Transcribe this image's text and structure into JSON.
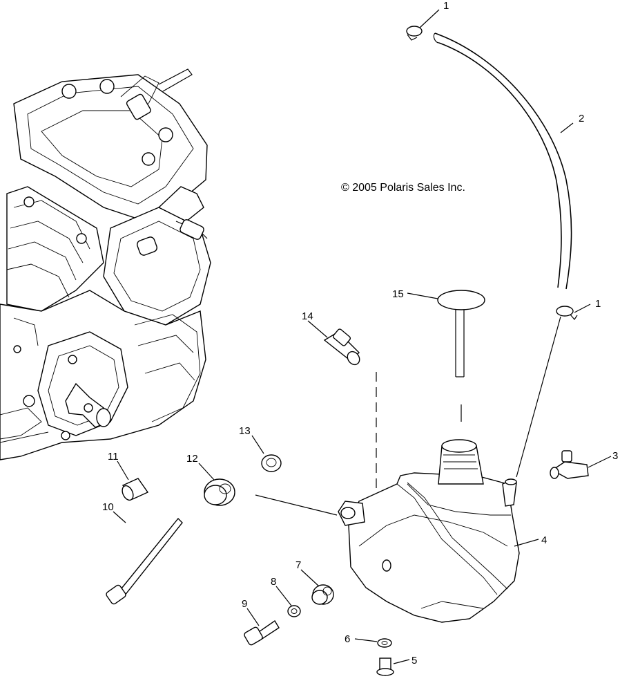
{
  "copyright": "© 2005 Polaris Sales Inc.",
  "callouts": {
    "c1a": "1",
    "c1b": "1",
    "c2": "2",
    "c3": "3",
    "c4": "4",
    "c5": "5",
    "c6": "6",
    "c7": "7",
    "c8": "8",
    "c9": "9",
    "c10": "10",
    "c11": "11",
    "c12": "12",
    "c13": "13",
    "c14": "14",
    "c15": "15"
  }
}
